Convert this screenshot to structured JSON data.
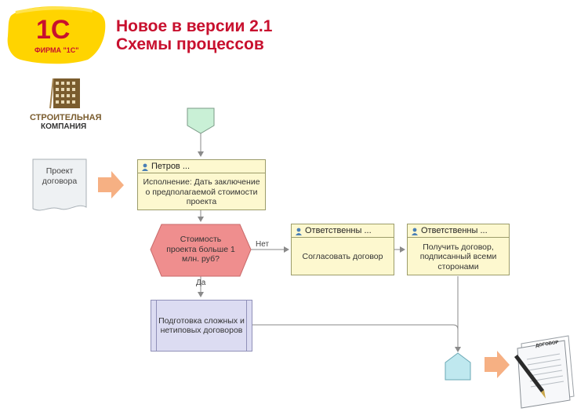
{
  "header": {
    "logo_1c_text": "1С",
    "logo_1c_sub": "ФИРМА \"1С\"",
    "title_line1": "Новое в версии 2.1",
    "title_line2": "Схемы процессов"
  },
  "company_logo": {
    "line1": "СТРОИТЕЛЬНАЯ",
    "line2": "КОМПАНИЯ"
  },
  "diagram": {
    "document_input": "Проект договора",
    "task1": {
      "assignee": "Петров ...",
      "text": "Исполнение: Дать заключение о предполагаемой стоимости проекта"
    },
    "condition": {
      "text": "Стоимость проекта больше 1 млн. руб?",
      "no_label": "Нет",
      "yes_label": "Да"
    },
    "task2": {
      "assignee": "Ответственны ...",
      "text": "Согласовать договор"
    },
    "task3": {
      "assignee": "Ответственны ...",
      "text": "Получить договор, подписанный всеми сторонами"
    },
    "subprocess": {
      "text": "Подготовка сложных и нетиповых договоров"
    },
    "output_doc_title": "ДОГОВОР"
  },
  "colors": {
    "brand_red": "#c8102e",
    "logo_yellow": "#ffd400",
    "start_green": "#c9f0d6",
    "end_cyan": "#bfe8ef",
    "task_yellow": "#fdf8cf",
    "condition_red": "#ef8e8e",
    "subprocess_lavender": "#dcdcf2",
    "arrow_orange": "#f6b083"
  }
}
